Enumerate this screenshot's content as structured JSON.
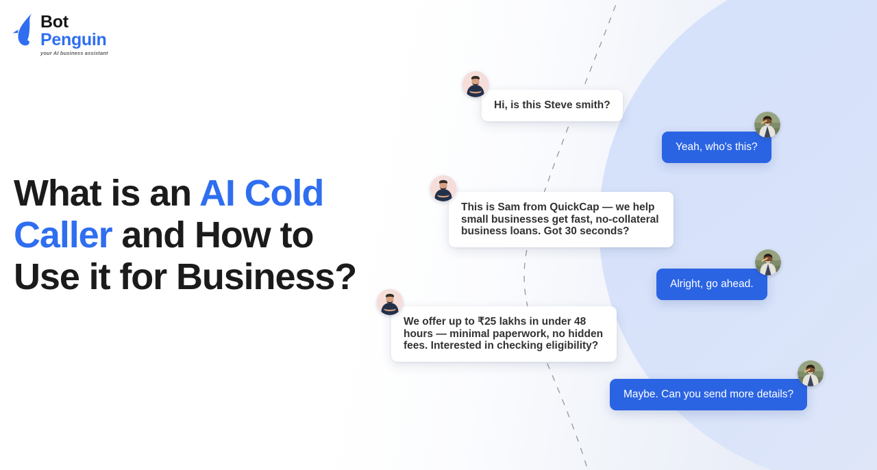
{
  "brand": {
    "name_line_1": "Bot",
    "name_line_2": "Penguin",
    "tagline": "your AI business assistant",
    "logo_icon": "penguin-icon",
    "primary_color": "#2f6ef0"
  },
  "headline": {
    "part_1": "What is an ",
    "accent_1": "AI Cold Caller",
    "part_2": " and How to Use it for Business?",
    "full_text": "What is an AI Cold Caller and How to Use it for Business?"
  },
  "conversation": {
    "bubble_color_agent": "#ffffff",
    "bubble_color_prospect": "#2b64e3",
    "messages": [
      {
        "id": "msg-1",
        "side": "left",
        "speaker": "agent",
        "text": "Hi, is this Steve smith?",
        "avatar": "agent-avatar"
      },
      {
        "id": "msg-2",
        "side": "right",
        "speaker": "prospect",
        "text": "Yeah, who's this?",
        "avatar": "prospect-avatar"
      },
      {
        "id": "msg-3",
        "side": "left",
        "speaker": "agent",
        "text": "This is Sam from QuickCap — we help small businesses get fast, no-collateral business loans. Got 30 seconds?",
        "avatar": "agent-avatar"
      },
      {
        "id": "msg-4",
        "side": "right",
        "speaker": "prospect",
        "text": "Alright, go ahead.",
        "avatar": "prospect-avatar"
      },
      {
        "id": "msg-5",
        "side": "left",
        "speaker": "agent",
        "text": "We offer up to ₹25 lakhs in under 48 hours — minimal paperwork, no hidden fees. Interested in checking eligibility?",
        "avatar": "agent-avatar"
      },
      {
        "id": "msg-6",
        "side": "right",
        "speaker": "prospect",
        "text": "Maybe. Can you send more details?",
        "avatar": "prospect-avatar"
      }
    ]
  },
  "decor": {
    "dashed_path_color": "#8c8c8c",
    "circle_color": "#d5e1fb",
    "background_color": "#ffffff"
  }
}
